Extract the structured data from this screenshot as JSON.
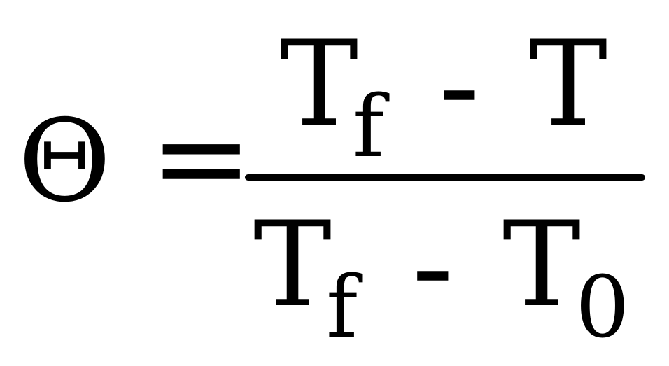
{
  "equation": {
    "lhs": "Θ",
    "equals": "=",
    "numerator": {
      "term1": "T",
      "term1_sub": "f",
      "operator": "-",
      "term2": "T"
    },
    "denominator": {
      "term1": "T",
      "term1_sub": "f",
      "operator": "-",
      "term2": "T",
      "term2_sub": "0"
    }
  }
}
